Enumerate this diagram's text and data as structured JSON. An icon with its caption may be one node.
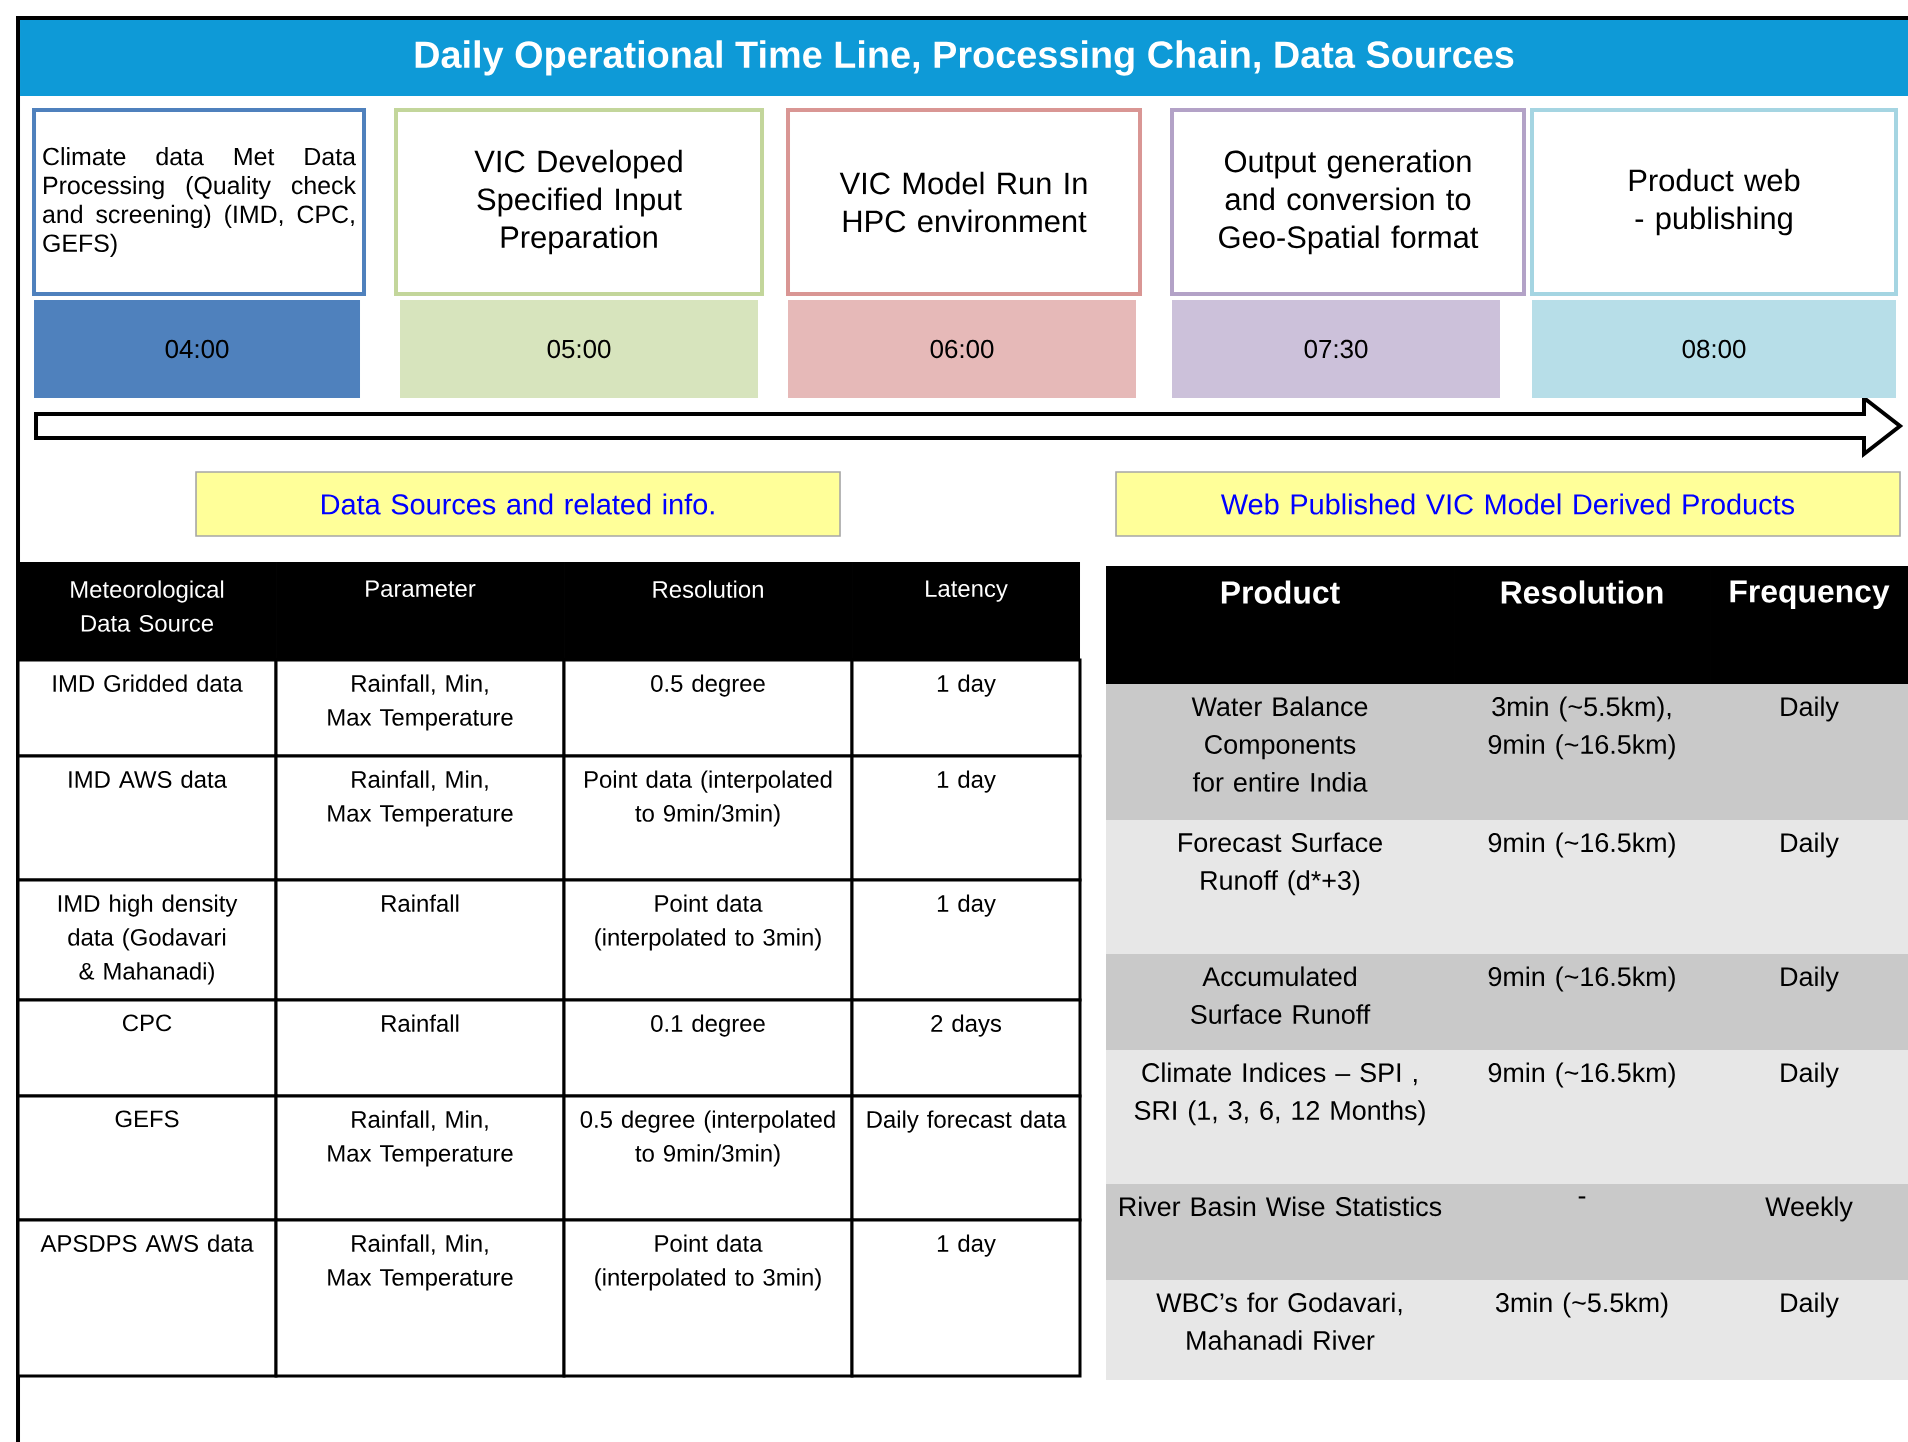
{
  "diagram": {
    "title": "Daily Operational Time Line, Processing Chain, Data Sources",
    "nodes": [
      {
        "text": [
          "Climate data Met Data Processing (Quality check and screening) (IMD, CPC, GEFS)"
        ]
      },
      {
        "text": [
          "VIC Developed Specified Input Preparation"
        ]
      },
      {
        "text": [
          "VIC Model Run In HPC environment"
        ]
      },
      {
        "text": [
          "Output generation and conversion to Geo-Spatial format"
        ]
      },
      {
        "text": [
          "Product web - publishing"
        ]
      },
      {
        "text": [
          "04:00"
        ]
      },
      {
        "text": [
          "05:00"
        ]
      },
      {
        "text": [
          "06:00"
        ]
      },
      {
        "text": [
          "07:30"
        ]
      },
      {
        "text": [
          "08:00"
        ]
      },
      {
        "text": [
          "Data Sources and related info."
        ]
      },
      {
        "text": [
          "Web Published VIC Model Derived Products"
        ]
      }
    ],
    "labels": [
      "Meteorological Data Source",
      "Parameter",
      "Resolution",
      "Latency",
      "IMD Gridded data",
      "Rainfall, Min, Max Temperature",
      "0.5 degree",
      "1 day",
      "IMD AWS data",
      "Rainfall, Min, Max Temperature",
      "Point data (interpolated to 9min/3min)",
      "1 day",
      "IMD high density data (Godavari & Mahanadi)",
      "Rainfall",
      "Point data (interpolated to 3min)",
      "1 day",
      "CPC",
      "Rainfall",
      "0.1 degree",
      "2 days",
      "GEFS",
      "Rainfall, Min, Max Temperature",
      "0.5 degree (interpolated to 9min/3min)",
      "Daily forecast data",
      "APSDPS AWS data",
      "Rainfall, Min, Max Temperature",
      "Point data (interpolated to 3min)",
      "1 day",
      "Product",
      "Resolution",
      "Frequency",
      "Water Balance Components for entire India",
      "3min (~5.5km), 9min (~16.5km)",
      "Daily",
      "Forecast Surface Runoff (d*+3)",
      "9min (~16.5km)",
      "Daily",
      "Accumulated Surface Runoff",
      "9min (~16.5km)",
      "Daily",
      "Climate Indices – SPI , SRI (1, 3, 6, 12 Months)",
      "9min (~16.5km)",
      "Daily",
      "River Basin Wise Statistics",
      "-",
      "Weekly",
      "WBC’s for Godavari, Mahanadi River",
      "3min (~5.5km)",
      "Daily"
    ]
  }
}
